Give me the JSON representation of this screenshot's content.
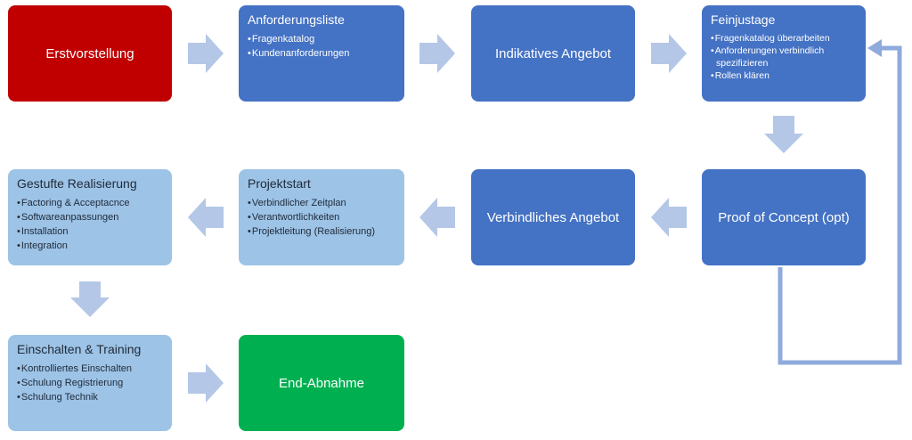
{
  "colors": {
    "red": "#c00000",
    "blue": "#4472c4",
    "light_blue": "#9dc3e6",
    "green": "#00b050",
    "arrow": "#b4c7e7",
    "loop_line": "#8faadc"
  },
  "boxes": {
    "erstvorstellung": {
      "title": "Erstvorstellung"
    },
    "anforderungsliste": {
      "title": "Anforderungsliste",
      "items": [
        "Fragenkatalog",
        "Kundenanforderungen"
      ]
    },
    "indikatives_angebot": {
      "title": "Indikatives Angebot"
    },
    "feinjustage": {
      "title": "Feinjustage",
      "items": [
        "Fragenkatalog überarbeiten",
        "Anforderungen verbindlich spezifizieren",
        "Rollen klären"
      ]
    },
    "proof_of_concept": {
      "title": "Proof of Concept (opt)"
    },
    "verbindliches_angebot": {
      "title": "Verbindliches Angebot"
    },
    "projektstart": {
      "title": "Projektstart",
      "items": [
        "Verbindlicher Zeitplan",
        "Verantwortlichkeiten",
        "Projektleitung (Realisierung)"
      ]
    },
    "gestufte_realisierung": {
      "title": "Gestufte Realisierung",
      "items": [
        "Factoring & Acceptacnce",
        "Softwareanpassungen",
        "Installation",
        "Integration"
      ]
    },
    "einschalten_training": {
      "title": "Einschalten & Training",
      "items": [
        "Kontrolliertes Einschalten",
        "Schulung Registrierung",
        "Schulung Technik"
      ]
    },
    "end_abnahme": {
      "title": "End-Abnahme"
    }
  }
}
